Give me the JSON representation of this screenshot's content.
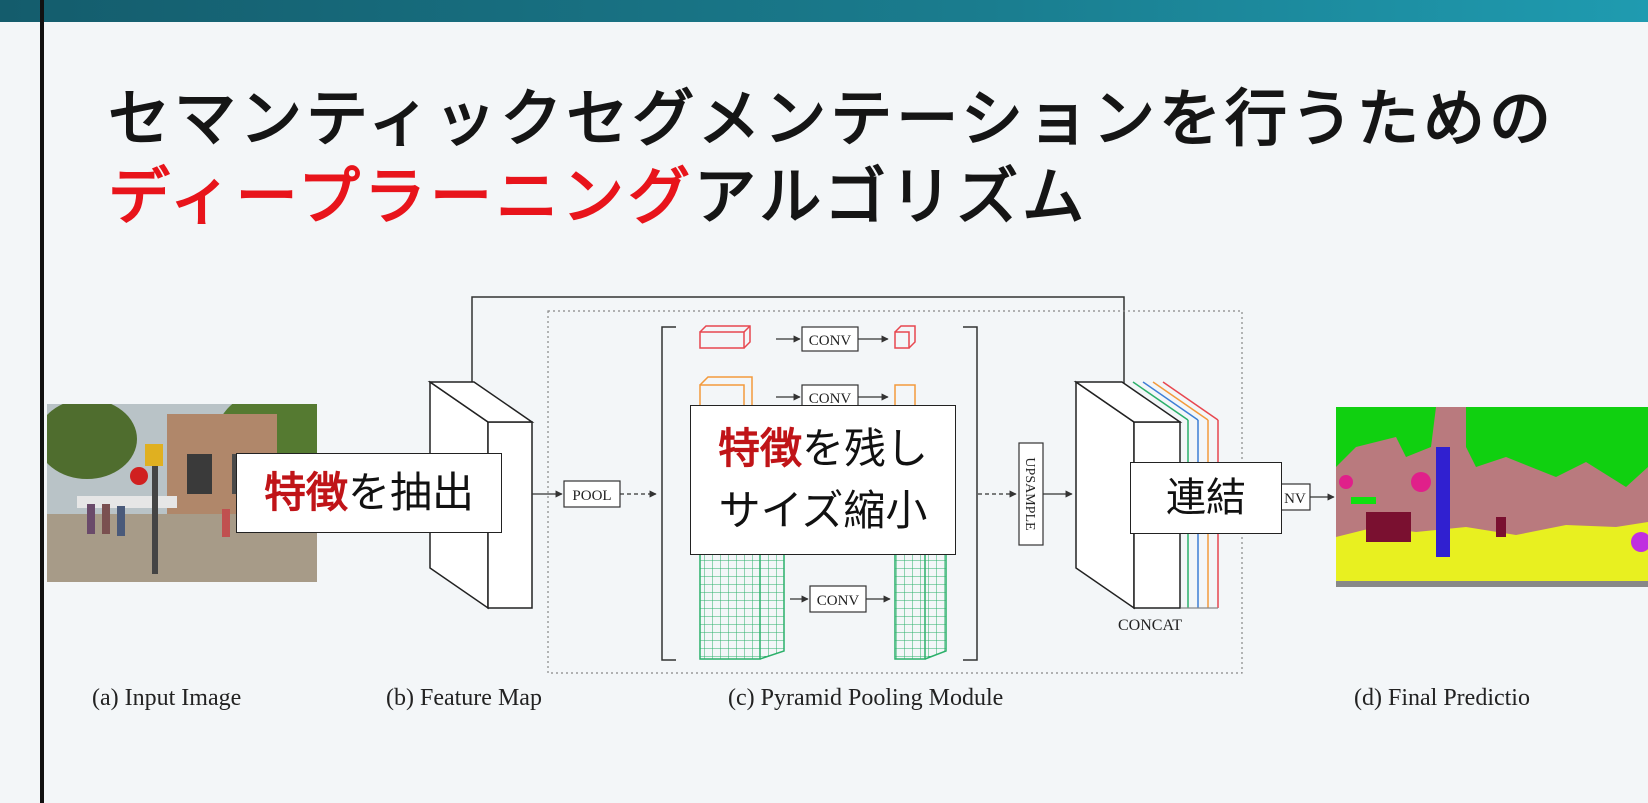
{
  "title": {
    "line1": "セマンティックセグメンテーションを行うための",
    "line2_red": "ディープラーニング",
    "line2_black": "アルゴリズム"
  },
  "diagram": {
    "pool_label": "POOL",
    "conv_label": "CONV",
    "conv_label_partial": "NV",
    "upsample_label": "UPSAMPLE",
    "concat_label": "CONCAT",
    "captions": {
      "a": "(a) Input Image",
      "b": "(b) Feature Map",
      "c": "(c) Pyramid Pooling Module",
      "d": "(d) Final Predictio"
    }
  },
  "callouts": {
    "extract": {
      "red": "特徴",
      "rest": "を抽出"
    },
    "keep": {
      "red": "特徴",
      "rest": "を残し",
      "line2": "サイズ縮小"
    },
    "concat": "連結"
  },
  "colors": {
    "accent_red": "#e8141b",
    "header_teal": "#1a7d8f",
    "level_red": "#e8474f",
    "level_orange": "#f39a3c",
    "level_blue": "#3d7fd6",
    "level_green": "#2bb06a"
  }
}
